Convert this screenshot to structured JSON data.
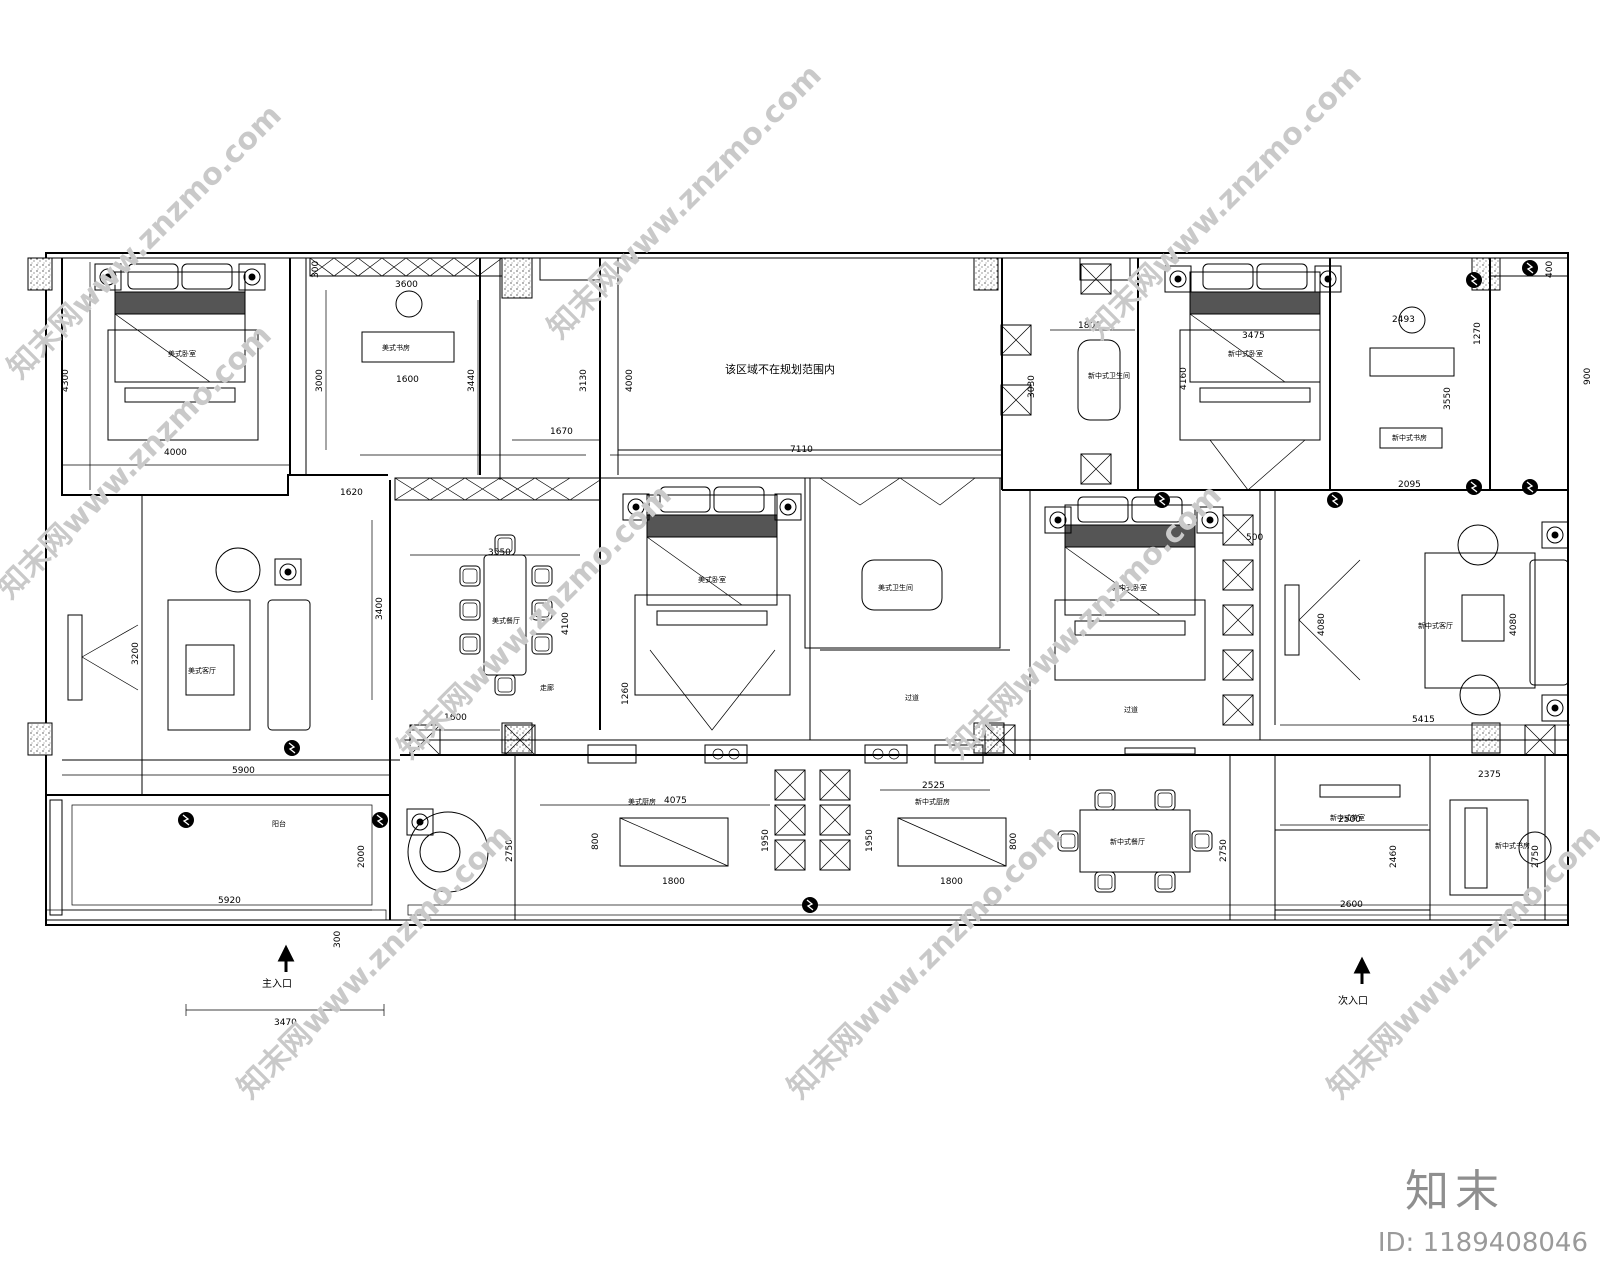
{
  "plan": {
    "region_note": "该区域不在规划范围内",
    "entrances": {
      "main": "主入口",
      "secondary": "次入口"
    },
    "balcony": "阳台",
    "rooms": {
      "bedroom1": "美式卧室",
      "study1": "美式书房",
      "living1": "美式客厅",
      "dining1": "美式餐厅",
      "bedroom2": "美式卧室",
      "bath1": "美式卫生间",
      "bath2": "新中式卫生间",
      "bedroom3": "新中式卧室",
      "bedroom4": "新中式卧室",
      "study2": "新中式书房",
      "living2": "新中式客厅",
      "kitchen1": "美式厨房",
      "kitchen2": "新中式厨房",
      "dining2": "新中式餐厅",
      "walkway": "过道",
      "walkway2": "过道",
      "tearoom": "新中式茶室",
      "office": "新中式书房"
    },
    "corridor_label": "走廊",
    "dims": {
      "d4300": "4300",
      "d4000": "4000",
      "d3600": "3600",
      "d1600a": "1600",
      "d3000": "3000",
      "d3440": "3440",
      "d3130": "3130",
      "d1670": "1670",
      "d4000b": "4000",
      "d7110": "7110",
      "d1620": "1620",
      "d3200": "3200",
      "d5900": "5900",
      "d3400": "3400",
      "d3550": "3550",
      "d4100": "4100",
      "d1600b": "1600",
      "d1260": "1260",
      "d2000": "2000",
      "d5920": "5920",
      "d3470": "3470",
      "d300": "300",
      "d2750a": "2750",
      "d4075": "4075",
      "d800a": "800",
      "d1800a": "1800",
      "d1950a": "1950",
      "d1950b": "1950",
      "d2525": "2525",
      "d800b": "800",
      "d1800b": "1800",
      "d2750b": "2750",
      "d1800c": "1800",
      "d3030": "3030",
      "d3475": "3475",
      "d4160": "4160",
      "d2493": "2493",
      "d1270": "1270",
      "d3550b": "3550",
      "d2095": "2095",
      "d900": "900",
      "d500": "500",
      "d4080a": "4080",
      "d4080b": "4080",
      "d5415": "5415",
      "d2500": "2500",
      "d2460": "2460",
      "d2600": "2600",
      "d2375": "2375",
      "d2750c": "2750",
      "d400": "400",
      "d300b": "300"
    }
  },
  "watermarks": {
    "text": "知末网www.znzmo.com",
    "brand": "知末",
    "image_id": "ID: 1189408046"
  }
}
